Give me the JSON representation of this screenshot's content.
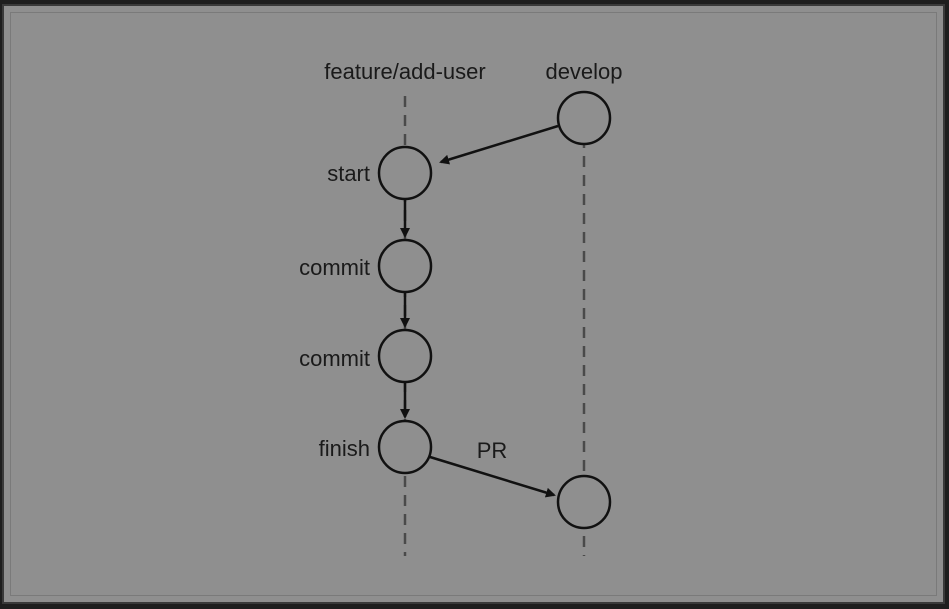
{
  "branches": {
    "feature": "feature/add-user",
    "develop": "develop"
  },
  "commits": {
    "start": "start",
    "commit1": "commit",
    "commit2": "commit",
    "finish": "finish"
  },
  "merge_label": "PR",
  "colors": {
    "background": "#8f8f8f",
    "outer": "#1e1e1e",
    "stroke": "#111111",
    "lane": "#4a4a4a"
  }
}
